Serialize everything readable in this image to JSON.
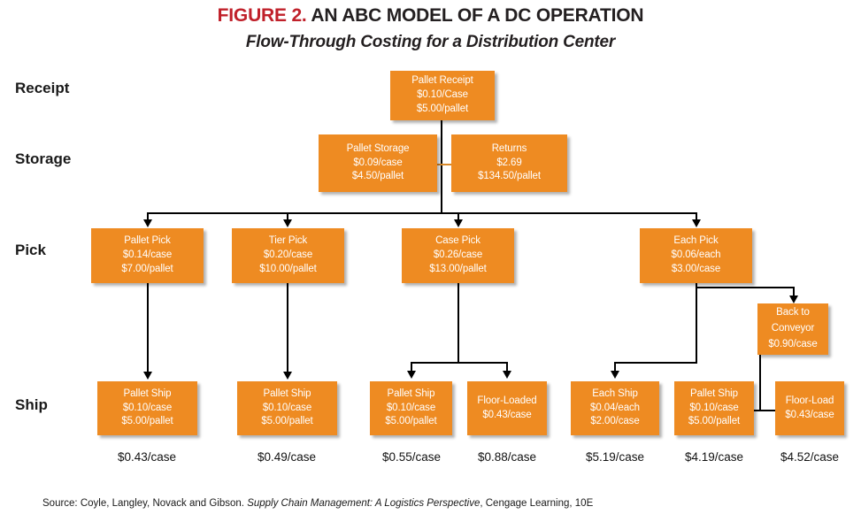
{
  "title": {
    "figure_prefix": "FIGURE 2.",
    "main": " AN ABC MODEL OF A DC OPERATION",
    "subtitle": "Flow-Through Costing for a Distribution Center",
    "figure_color": "#C0202A",
    "main_color": "#231F20"
  },
  "row_labels": [
    {
      "label": "Receipt"
    },
    {
      "label": "Storage"
    },
    {
      "label": "Pick"
    },
    {
      "label": "Ship"
    }
  ],
  "palette": {
    "box_fill": "#EE8B22",
    "box_text": "#FFFFFF",
    "connector": "#000000",
    "orange_connector": "#D98A2B",
    "background": "#FFFFFF"
  },
  "nodes": {
    "pallet_receipt": {
      "name": "Pallet Receipt",
      "line2": "$0.10/Case",
      "line3": "$5.00/pallet"
    },
    "pallet_storage": {
      "name": "Pallet Storage",
      "line2": "$0.09/case",
      "line3": "$4.50/pallet"
    },
    "returns": {
      "name": "Returns",
      "line2": "$2.69",
      "line3": "$134.50/pallet"
    },
    "pallet_pick": {
      "name": "Pallet Pick",
      "line2": "$0.14/case",
      "line3": "$7.00/pallet"
    },
    "tier_pick": {
      "name": "Tier Pick",
      "line2": "$0.20/case",
      "line3": "$10.00/pallet"
    },
    "case_pick": {
      "name": "Case Pick",
      "line2": "$0.26/case",
      "line3": "$13.00/pallet"
    },
    "each_pick": {
      "name": "Each Pick",
      "line2": "$0.06/each",
      "line3": "$3.00/case"
    },
    "back_to_conveyor": {
      "name": "Back to",
      "line2": "Conveyor",
      "line3": "$0.90/case"
    },
    "pallet_ship_1": {
      "name": "Pallet Ship",
      "line2": "$0.10/case",
      "line3": "$5.00/pallet"
    },
    "pallet_ship_2": {
      "name": "Pallet Ship",
      "line2": "$0.10/case",
      "line3": "$5.00/pallet"
    },
    "pallet_ship_3": {
      "name": "Pallet Ship",
      "line2": "$0.10/case",
      "line3": "$5.00/pallet"
    },
    "floor_loaded": {
      "name": "Floor-Loaded",
      "line2": "$0.43/case",
      "line3": ""
    },
    "each_ship": {
      "name": "Each Ship",
      "line2": "$0.04/each",
      "line3": "$2.00/case"
    },
    "pallet_ship_4": {
      "name": "Pallet Ship",
      "line2": "$0.10/case",
      "line3": "$5.00/pallet"
    },
    "floor_load": {
      "name": "Floor-Load",
      "line2": "$0.43/case",
      "line3": ""
    }
  },
  "totals": [
    {
      "value": "$0.43/case"
    },
    {
      "value": "$0.49/case"
    },
    {
      "value": "$0.55/case"
    },
    {
      "value": "$0.88/case"
    },
    {
      "value": "$5.19/case"
    },
    {
      "value": "$4.19/case"
    },
    {
      "value": "$4.52/case"
    }
  ],
  "source": {
    "prefix": "Source: Coyle, Langley, Novack and Gibson.",
    "italic": "Supply Chain Management: A Logistics Perspective",
    "suffix": ", Cengage Learning, 10E"
  },
  "chart_data": {
    "type": "diagram",
    "title": "FIGURE 2. AN ABC MODEL OF A DC OPERATION",
    "subtitle": "Flow-Through Costing for a Distribution Center",
    "stages": [
      "Receipt",
      "Storage",
      "Pick",
      "Ship"
    ],
    "activities": [
      {
        "stage": "Receipt",
        "name": "Pallet Receipt",
        "costs": [
          "$0.10/Case",
          "$5.00/pallet"
        ]
      },
      {
        "stage": "Storage",
        "name": "Pallet Storage",
        "costs": [
          "$0.09/case",
          "$4.50/pallet"
        ]
      },
      {
        "stage": "Storage",
        "name": "Returns",
        "costs": [
          "$2.69",
          "$134.50/pallet"
        ]
      },
      {
        "stage": "Pick",
        "name": "Pallet Pick",
        "costs": [
          "$0.14/case",
          "$7.00/pallet"
        ]
      },
      {
        "stage": "Pick",
        "name": "Tier Pick",
        "costs": [
          "$0.20/case",
          "$10.00/pallet"
        ]
      },
      {
        "stage": "Pick",
        "name": "Case Pick",
        "costs": [
          "$0.26/case",
          "$13.00/pallet"
        ]
      },
      {
        "stage": "Pick",
        "name": "Each Pick",
        "costs": [
          "$0.06/each",
          "$3.00/case"
        ]
      },
      {
        "stage": "Pick",
        "name": "Back to Conveyor",
        "costs": [
          "$0.90/case"
        ]
      },
      {
        "stage": "Ship",
        "name": "Pallet Ship",
        "costs": [
          "$0.10/case",
          "$5.00/pallet"
        ]
      },
      {
        "stage": "Ship",
        "name": "Pallet Ship",
        "costs": [
          "$0.10/case",
          "$5.00/pallet"
        ]
      },
      {
        "stage": "Ship",
        "name": "Pallet Ship",
        "costs": [
          "$0.10/case",
          "$5.00/pallet"
        ]
      },
      {
        "stage": "Ship",
        "name": "Floor-Loaded",
        "costs": [
          "$0.43/case"
        ]
      },
      {
        "stage": "Ship",
        "name": "Each Ship",
        "costs": [
          "$0.04/each",
          "$2.00/case"
        ]
      },
      {
        "stage": "Ship",
        "name": "Pallet Ship",
        "costs": [
          "$0.10/case",
          "$5.00/pallet"
        ]
      },
      {
        "stage": "Ship",
        "name": "Floor-Load",
        "costs": [
          "$0.43/case"
        ]
      }
    ],
    "path_totals": [
      {
        "path": "Pallet Pick -> Pallet Ship",
        "total": "$0.43/case"
      },
      {
        "path": "Tier Pick -> Pallet Ship",
        "total": "$0.49/case"
      },
      {
        "path": "Case Pick -> Pallet Ship",
        "total": "$0.55/case"
      },
      {
        "path": "Case Pick -> Floor-Loaded",
        "total": "$0.88/case"
      },
      {
        "path": "Each Pick -> Each Ship",
        "total": "$5.19/case"
      },
      {
        "path": "Each Pick -> Back to Conveyor -> Pallet Ship",
        "total": "$4.19/case"
      },
      {
        "path": "Each Pick -> Back to Conveyor -> Floor-Load",
        "total": "$4.52/case"
      }
    ]
  }
}
